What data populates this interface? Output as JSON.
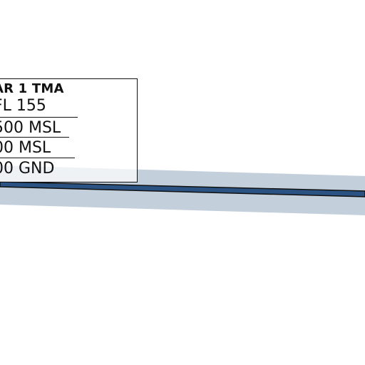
{
  "map": {
    "colors": {
      "corridor_fill": "#c3d0dc",
      "route_line": "#2a5384",
      "route_outline": "#111111",
      "label_background": "#ffffff"
    },
    "airspace_label": {
      "name": "AR 1 TMA",
      "altitudes": [
        "FL 155",
        "500 MSL",
        "00 MSL",
        "00 GND"
      ]
    }
  }
}
